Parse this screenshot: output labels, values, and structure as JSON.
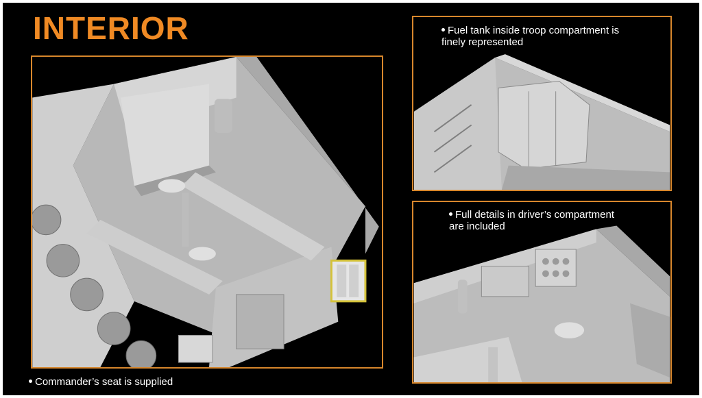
{
  "heading": {
    "title": "INTERIOR"
  },
  "panels": {
    "main": {
      "caption": "Commander’s seat is supplied"
    },
    "top_right": {
      "caption": "Fuel tank inside troop compartment is\nfinely represented"
    },
    "bottom_right": {
      "caption": "Full details in driver’s compartment\nare included"
    }
  },
  "colors": {
    "accent": "#f08a24",
    "frame": "#d8872c",
    "background": "#000000",
    "model_gray": "#c8c8c8"
  }
}
